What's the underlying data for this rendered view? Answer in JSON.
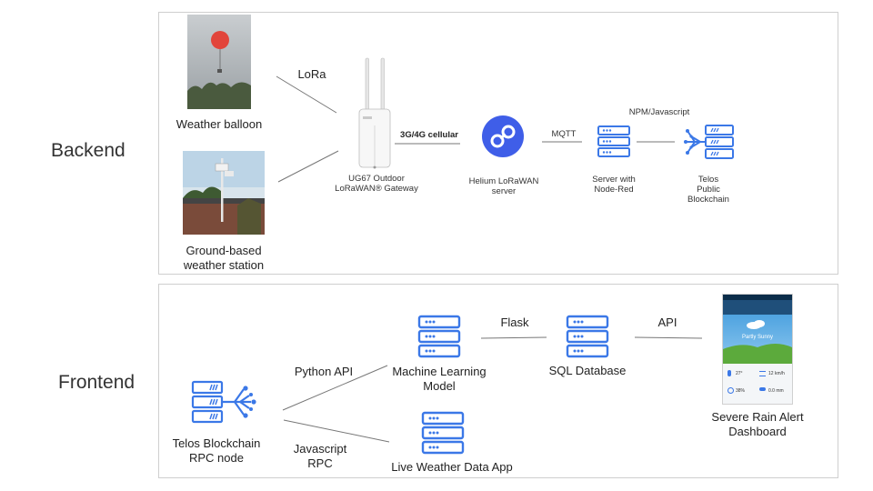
{
  "colors": {
    "accent": "#3b78e7",
    "line": "#777777",
    "panel_border": "#cfcfcf",
    "helium": "#3f5ee8"
  },
  "backend": {
    "section_label": "Backend",
    "balloon_label": "Weather balloon",
    "station_label_1": "Ground-based",
    "station_label_2": "weather station",
    "lora_label": "LoRa",
    "gateway_label_1": "UG67 Outdoor",
    "gateway_label_2": "LoRaWAN® Gateway",
    "cellular_label": "3G/4G cellular",
    "helium_label_1": "Helium LoRaWAN",
    "helium_label_2": "server",
    "mqtt_label": "MQTT",
    "server_label_1": "Server with",
    "server_label_2": "Node-Red",
    "npm_label": "NPM/Javascript",
    "telos_label_1": "Telos",
    "telos_label_2": "Public",
    "telos_label_3": "Blockchain"
  },
  "frontend": {
    "section_label": "Frontend",
    "rpc_label_1": "Telos Blockchain",
    "rpc_label_2": "RPC node",
    "python_api_label": "Python API",
    "js_rpc_label_1": "Javascript",
    "js_rpc_label_2": "RPC",
    "ml_label_1": "Machine Learning",
    "ml_label_2": "Model",
    "live_app_label": "Live Weather Data App",
    "flask_label": "Flask",
    "sql_label": "SQL Database",
    "api_label": "API",
    "dashboard_label_1": "Severe Rain Alert",
    "dashboard_label_2": "Dashboard",
    "phone": {
      "weather_text": "Partly Sunny",
      "stat1": "27°",
      "stat2": "12 km/h",
      "stat3": "38%",
      "stat4": "0.0 mm"
    }
  }
}
